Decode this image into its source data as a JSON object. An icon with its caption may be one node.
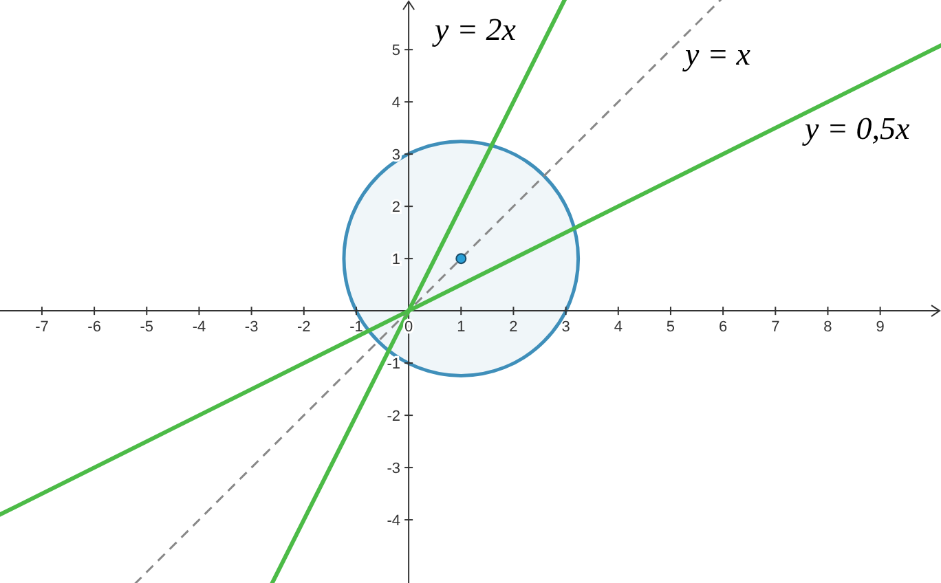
{
  "diagram": {
    "chart_data": {
      "type": "line",
      "x": [
        -7.5,
        -5,
        -2.5,
        0,
        2.5,
        5,
        7.5,
        10
      ],
      "series": [
        {
          "name": "y = 2x",
          "color": "#4cbb47",
          "values": [
            null,
            null,
            -5,
            0,
            5,
            null,
            null,
            null
          ]
        },
        {
          "name": "y = x",
          "color": "#888888",
          "line_style": "dashed",
          "values": [
            null,
            -5,
            -2.5,
            0,
            2.5,
            5,
            null,
            null
          ]
        },
        {
          "name": "y = 0,5x",
          "color": "#4cbb47",
          "values": [
            -3.75,
            -2.5,
            -1.25,
            0,
            1.25,
            2.5,
            3.75,
            5
          ]
        }
      ],
      "xlim": [
        -7.8,
        10.16
      ],
      "ylim": [
        -5.21,
        5.95
      ],
      "xticks": [
        -7,
        -6,
        -5,
        -4,
        -3,
        -2,
        -1,
        {
          "value": 0,
          "label": "0"
        },
        1,
        2,
        3,
        4,
        5,
        6,
        7,
        8,
        9
      ],
      "yticks": [
        -4,
        -3,
        -2,
        -1,
        1,
        2,
        3,
        4,
        5
      ]
    }
  }
}
